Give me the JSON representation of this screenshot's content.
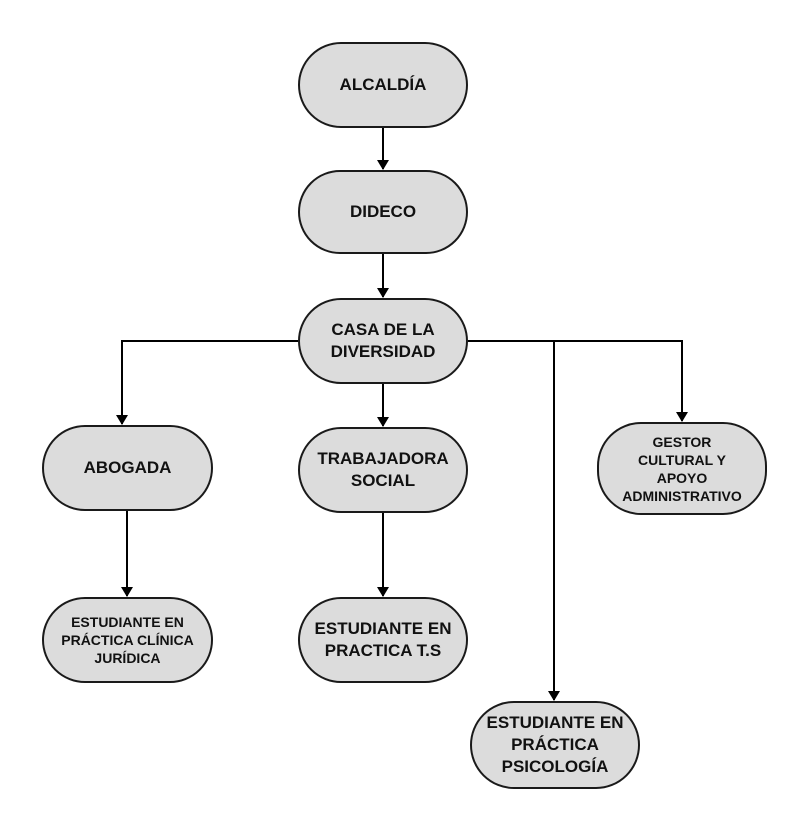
{
  "diagram": {
    "type": "org-chart",
    "colors": {
      "node_fill": "#dcdcdc",
      "node_border": "#1a1a1a",
      "line": "#000000",
      "background": "#ffffff"
    },
    "nodes": {
      "alcaldia": {
        "label": "ALCALDÍA"
      },
      "dideco": {
        "label": "DIDECO"
      },
      "casa": {
        "label": "CASA DE LA\nDIVERSIDAD"
      },
      "abogada": {
        "label": "ABOGADA"
      },
      "trabajadora": {
        "label": "TRABAJADORA\nSOCIAL"
      },
      "gestor": {
        "label": "GESTOR\nCULTURAL Y\nAPOYO\nADMINISTRATIVO"
      },
      "est_juridica": {
        "label": "ESTUDIANTE EN\nPRÁCTICA CLÍNICA\nJURÍDICA"
      },
      "est_ts": {
        "label": "ESTUDIANTE EN\nPRACTICA T.S"
      },
      "est_psico": {
        "label": "ESTUDIANTE EN\nPRÁCTICA\nPSICOLOGÍA"
      }
    },
    "edges": [
      {
        "from": "ALCALDÍA",
        "to": "DIDECO"
      },
      {
        "from": "DIDECO",
        "to": "CASA DE LA DIVERSIDAD"
      },
      {
        "from": "CASA DE LA DIVERSIDAD",
        "to": "ABOGADA"
      },
      {
        "from": "CASA DE LA DIVERSIDAD",
        "to": "TRABAJADORA SOCIAL"
      },
      {
        "from": "CASA DE LA DIVERSIDAD",
        "to": "GESTOR CULTURAL Y APOYO ADMINISTRATIVO"
      },
      {
        "from": "CASA DE LA DIVERSIDAD",
        "to": "ESTUDIANTE EN PRÁCTICA PSICOLOGÍA"
      },
      {
        "from": "ABOGADA",
        "to": "ESTUDIANTE EN PRÁCTICA CLÍNICA JURÍDICA"
      },
      {
        "from": "TRABAJADORA SOCIAL",
        "to": "ESTUDIANTE EN PRACTICA T.S"
      }
    ]
  }
}
